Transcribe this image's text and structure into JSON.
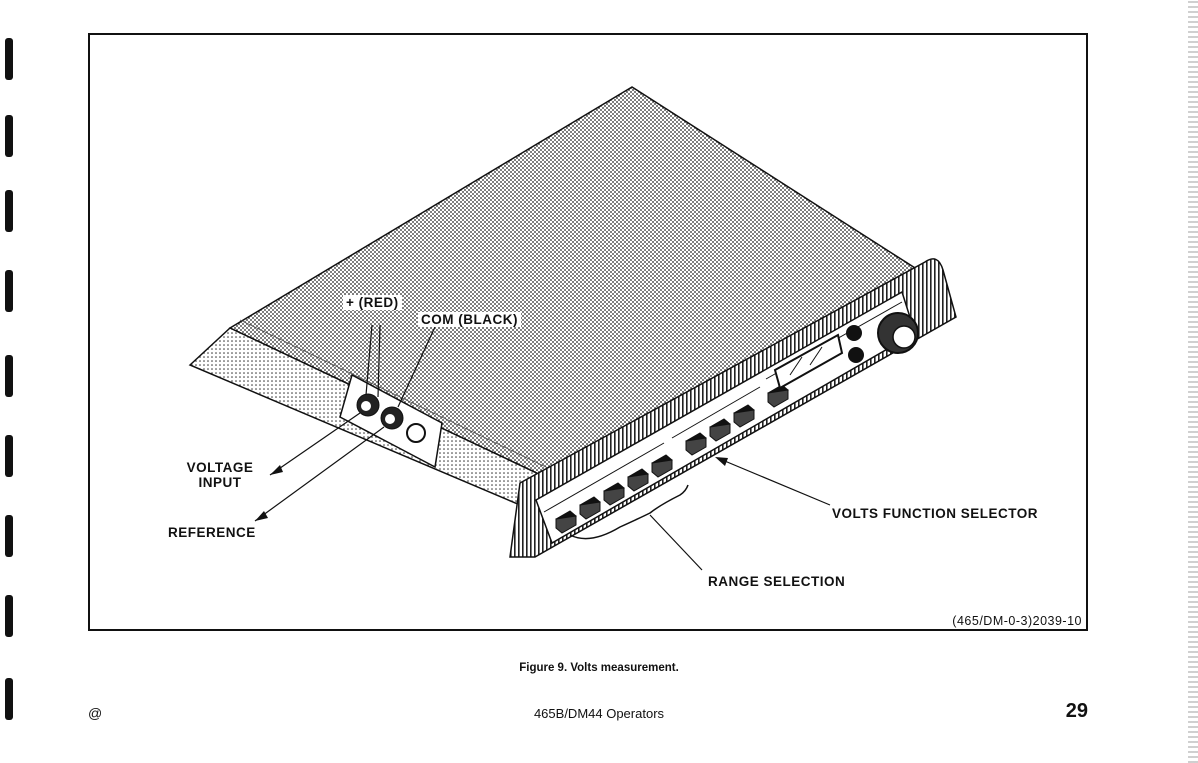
{
  "figure": {
    "labels": {
      "plus_red": "+ (RED)",
      "com_black": "COM (BLACK)",
      "voltage_input_line1": "VOLTAGE",
      "voltage_input_line2": "INPUT",
      "reference": "REFERENCE",
      "volts_function_selector": "VOLTS FUNCTION SELECTOR",
      "range_selection": "RANGE SELECTION"
    },
    "code": "(465/DM-0-3)2039-10"
  },
  "caption": "Figure 9.  Volts measurement.",
  "footer": {
    "left": "@",
    "center": "465B/DM44 Operators",
    "page_number": "29"
  }
}
